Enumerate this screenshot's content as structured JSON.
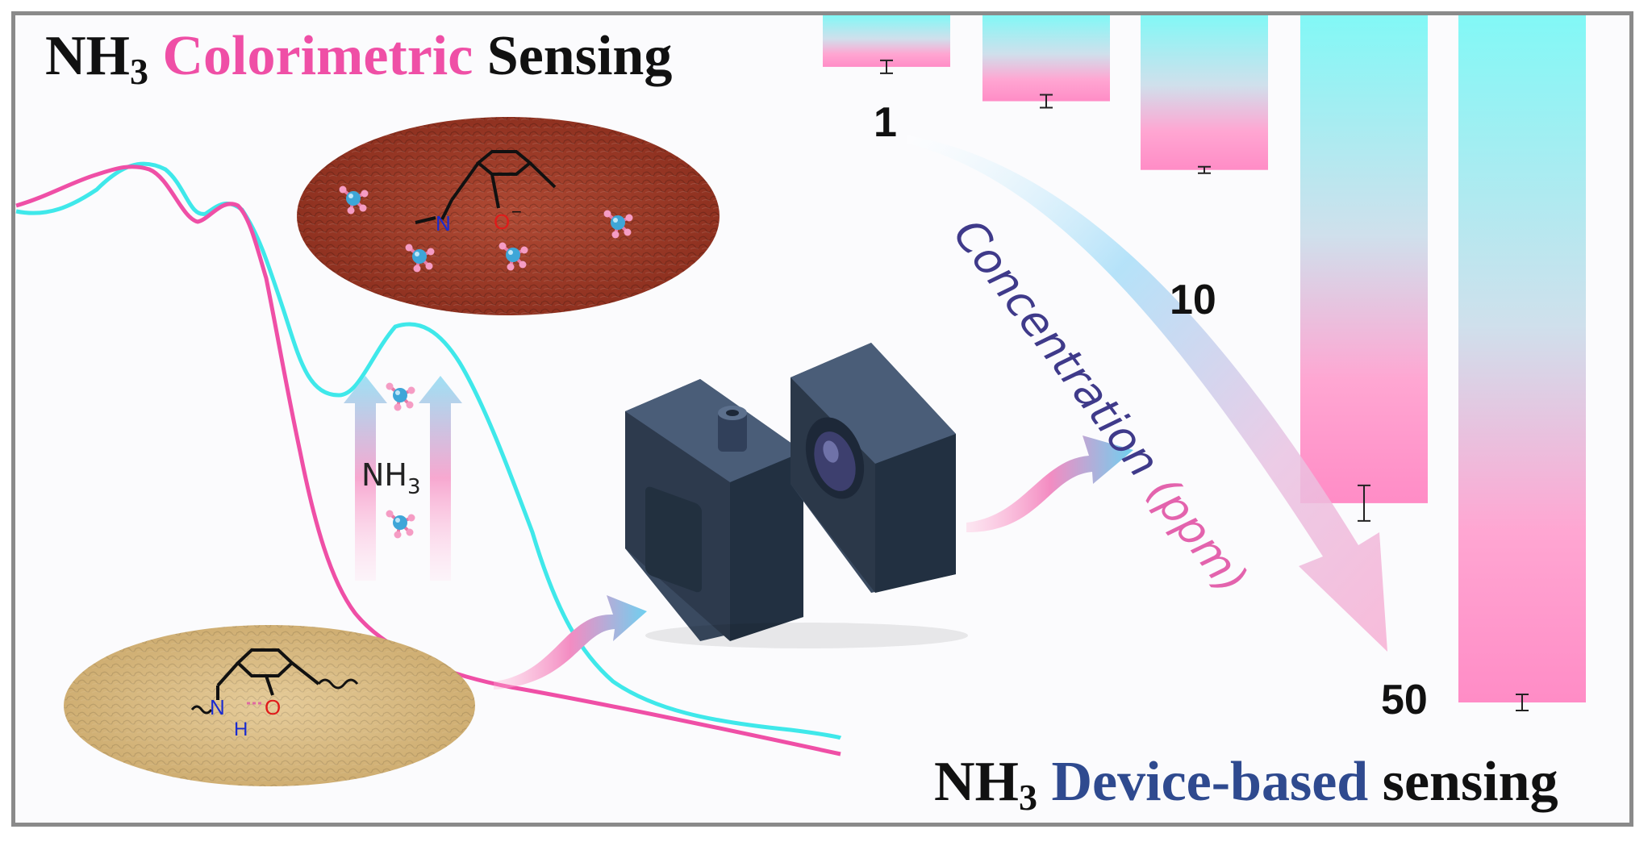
{
  "title_top": {
    "prefix": "NH",
    "sub": "3",
    "highlight": "Colorimetric",
    "suffix": "Sensing"
  },
  "title_bottom": {
    "prefix": "NH",
    "sub": "3",
    "highlight": "Device-based",
    "suffix": "sensing"
  },
  "gas_label": {
    "main": "NH",
    "sub": "3"
  },
  "arrow_label": {
    "word": "Concentration",
    "unit": "(ppm)"
  },
  "concentrations": [
    "1",
    "10",
    "50"
  ],
  "molecule_labels": {
    "top": {
      "n": "N",
      "o": "O",
      "charge": "−"
    },
    "bottom": {
      "n": "N",
      "h": "H",
      "o": "O"
    }
  },
  "colors": {
    "pink": "#ef4fa6",
    "cyan": "#3fe8ea",
    "navy": "#2f4a8f",
    "bar_top": "#82f8f6",
    "bar_bottom": "#ff90c8",
    "red_film": "#a8402e",
    "tan_film": "#dcc08c",
    "device": "#2d3a4d"
  },
  "bar_chart": {
    "values": [
      0.075,
      0.125,
      0.225,
      0.71,
      1.0
    ],
    "scale": "relative"
  }
}
